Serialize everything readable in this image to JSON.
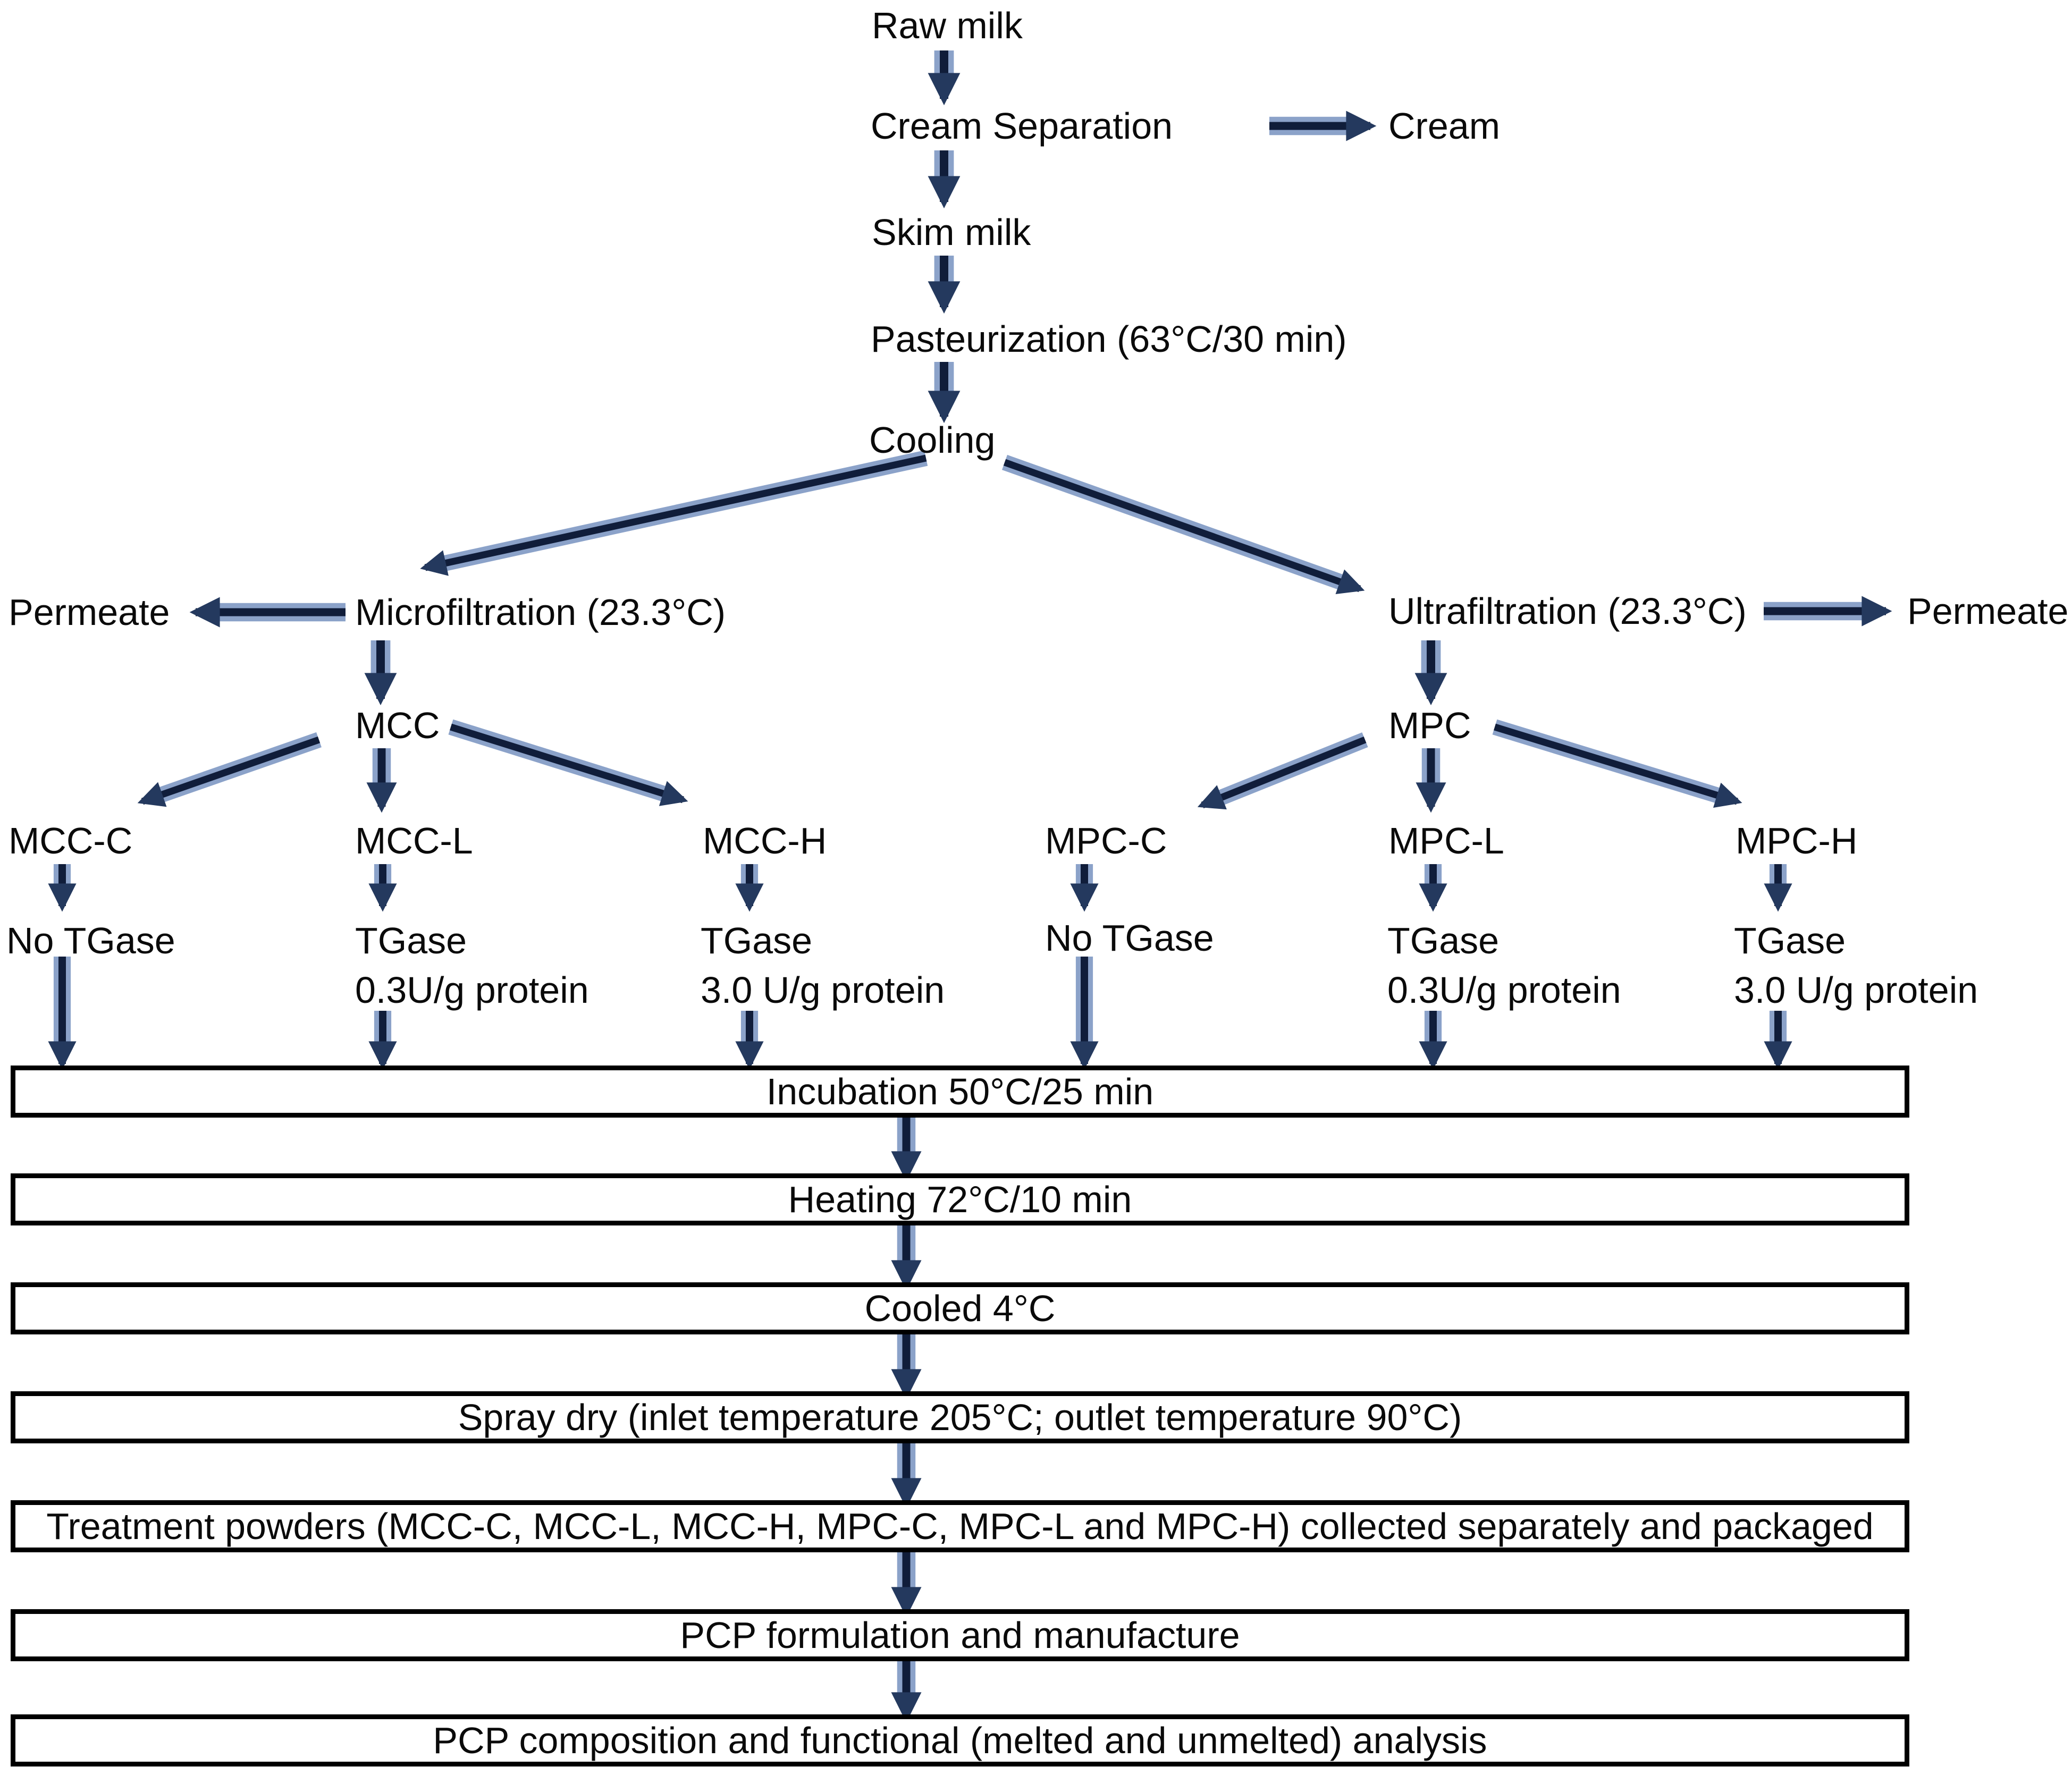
{
  "flowchart": {
    "top_chain": {
      "raw_milk": "Raw milk",
      "cream_separation": "Cream Separation",
      "cream_byproduct": "Cream",
      "skim_milk": "Skim milk",
      "pasteurization": "Pasteurization (63°C/30 min)",
      "cooling": "Cooling"
    },
    "microfiltration_branch": {
      "permeate": "Permeate",
      "process": "Microfiltration (23.3°C)",
      "retentate": "MCC",
      "variants": [
        {
          "code": "MCC-C",
          "treatment": "No TGase"
        },
        {
          "code": "MCC-L",
          "treatment": "TGase",
          "dose": "0.3U/g protein"
        },
        {
          "code": "MCC-H",
          "treatment": "TGase",
          "dose": "3.0 U/g protein"
        }
      ]
    },
    "ultrafiltration_branch": {
      "permeate": "Permeate",
      "process": "Ultrafiltration (23.3°C)",
      "retentate": "MPC",
      "variants": [
        {
          "code": "MPC-C",
          "treatment": "No TGase"
        },
        {
          "code": "MPC-L",
          "treatment": "TGase",
          "dose": "0.3U/g protein"
        },
        {
          "code": "MPC-H",
          "treatment": "TGase",
          "dose": "3.0 U/g protein"
        }
      ]
    },
    "process_boxes": [
      "Incubation 50°C/25 min",
      "Heating 72°C/10 min",
      "Cooled 4°C",
      "Spray dry (inlet temperature 205°C; outlet temperature 90°C)",
      "Treatment powders (MCC-C, MCC-L, MCC-H, MPC-C, MPC-L and MPC-H) collected separately and packaged",
      "PCP formulation and manufacture",
      "PCP composition and functional (melted and unmelted) analysis"
    ],
    "colors": {
      "background": "#ffffff",
      "text": "#0a0a0a",
      "arrow_core": "#101d3a",
      "arrow_halo": "#8ba2c9",
      "arrow_head": "#24395e",
      "box_border": "#000000"
    }
  }
}
